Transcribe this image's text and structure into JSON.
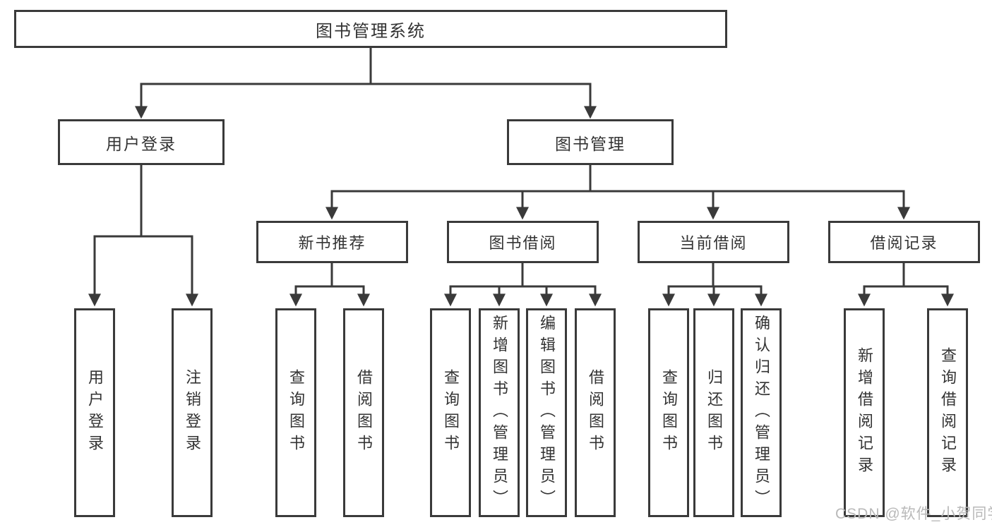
{
  "diagram": {
    "root": "图书管理系统",
    "level2": [
      "用户登录",
      "图书管理"
    ],
    "level3": [
      "新书推荐",
      "图书借阅",
      "当前借阅",
      "借阅记录"
    ],
    "leaves": {
      "user_login": [
        "用户登录",
        "注销登录"
      ],
      "new_books": [
        "查询图书",
        "借阅图书"
      ],
      "book_borrow": [
        "查询图书",
        "新增图书（管理员）",
        "编辑图书（管理员）",
        "借阅图书"
      ],
      "current_borrow": [
        "查询图书",
        "归还图书",
        "确认归还（管理员）"
      ],
      "borrow_records": [
        "新增借阅记录",
        "查询借阅记录"
      ]
    }
  },
  "watermark": "CSDN @软件_小贺同学",
  "colors": {
    "line": "#3a3a3a",
    "text": "#333333",
    "watermark": "#b9b9b9",
    "background": "#ffffff"
  }
}
